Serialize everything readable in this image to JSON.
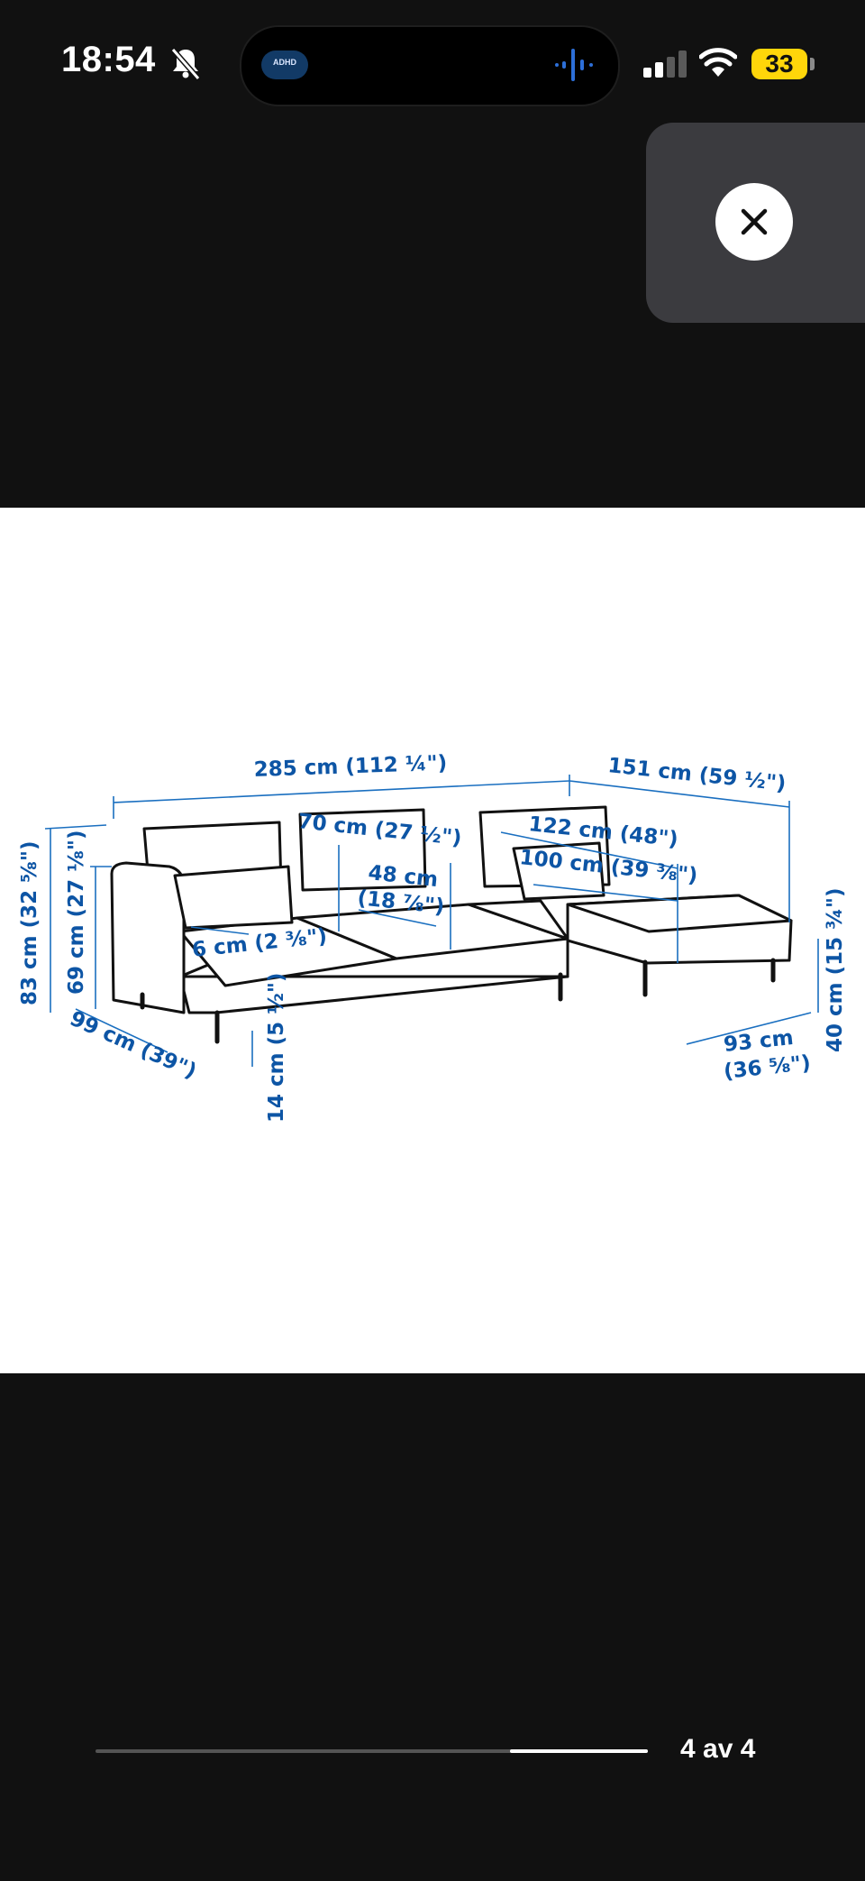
{
  "status_bar": {
    "time": "18:54",
    "battery_level": "33",
    "icons": [
      "bell-slash-icon",
      "signal-icon",
      "wifi-icon",
      "battery-icon"
    ],
    "island_thumbnail_label": "ADHD",
    "accent_battery": "#ffd60a"
  },
  "viewer": {
    "close_icon": "close-icon",
    "position": {
      "current": 4,
      "total": 4
    },
    "counter_label": "4 av 4",
    "progress_fraction": {
      "start": 0.75,
      "end": 1.0
    }
  },
  "diagram": {
    "colors": {
      "dimension": "#0d55a5",
      "outline": "#111111",
      "background": "#ffffff"
    },
    "labels": {
      "total_width": "285 cm (112 ¼\")",
      "chaise_width": "151 cm (59 ½\")",
      "seat_width": "70 cm (27 ½\")",
      "cushion_depth_1": "48 cm",
      "cushion_depth_2": "(18 ⅞\")",
      "chaise_length": "122 cm (48\")",
      "chaise_seat_length": "100 cm (39 ⅜\")",
      "armrest_width": "6 cm (2 ⅜\")",
      "total_height": "83 cm (32 ⅝\")",
      "armrest_height": "69 cm (27 ⅛\")",
      "total_depth": "99 cm (39\")",
      "leg_height": "14 cm (5 ½\")",
      "chaise_depth_1": "93 cm",
      "chaise_depth_2": "(36 ⅝\")",
      "seat_height": "40 cm (15 ¾\")"
    }
  }
}
